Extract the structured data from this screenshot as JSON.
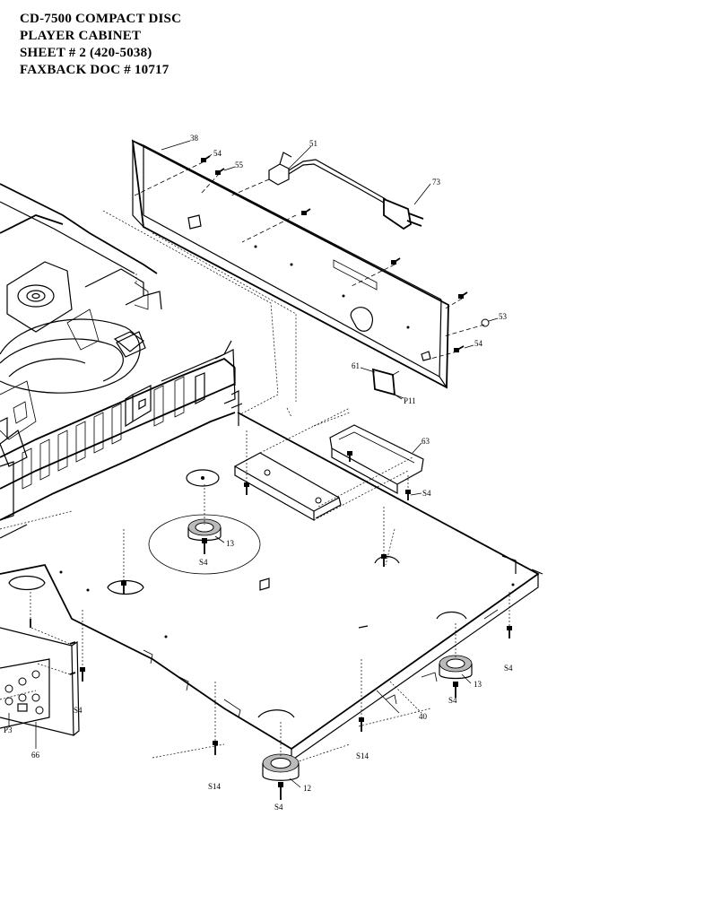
{
  "header": {
    "line1": "CD-7500 COMPACT DISC",
    "line2": "PLAYER CABINET",
    "line3": "SHEET # 2  (420-5038)",
    "line4": "FAXBACK DOC # 10717"
  },
  "callouts": {
    "c38": "38",
    "c54a": "54",
    "c55": "55",
    "c51": "51",
    "c73": "73",
    "c53": "53",
    "c54b": "54",
    "c61": "61",
    "p11": "P11",
    "c63": "63",
    "s4a": "S4",
    "c13a": "13",
    "s4b": "S4",
    "s4c": "S4",
    "c40": "40",
    "c13b": "13",
    "s4d": "S4",
    "s14a": "S14",
    "s14b": "S14",
    "c12": "12",
    "s4e": "S4",
    "p3": "P3",
    "c66": "66",
    "s4f": "S4"
  }
}
